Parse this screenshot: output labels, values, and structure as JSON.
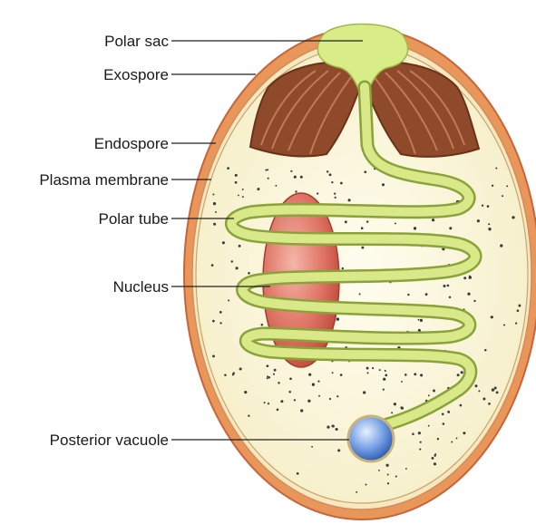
{
  "labels": {
    "polar_sac": "Polar sac",
    "exospore": "Exospore",
    "endospore": "Endospore",
    "plasma_membrane": "Plasma membrane",
    "polar_tube": "Polar tube",
    "nucleus": "Nucleus",
    "posterior_vacuole": "Posterior vacuole"
  },
  "colors": {
    "exospore": "#e8965a",
    "exospore_edge": "#c8643a",
    "cytoplasm": "#fbf7dc",
    "polar_tube": "#d9e98a",
    "polar_tube_edge": "#8aa23a",
    "polaroplast": "#8e4a2a",
    "nucleus": "#d9675a",
    "vacuole": "#5f8fd8"
  }
}
